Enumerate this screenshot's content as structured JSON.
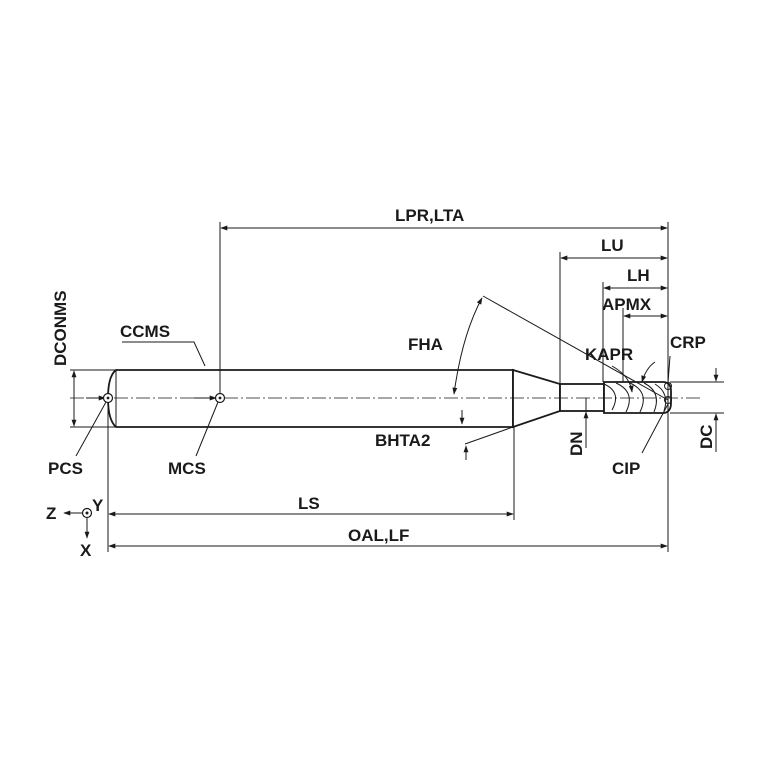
{
  "labels": {
    "lpr_lta": "LPR,LTA",
    "lu": "LU",
    "lh": "LH",
    "apmx": "APMX",
    "dconms": "DCONMS",
    "ccms": "CCMS",
    "fha": "FHA",
    "kapr": "KAPR",
    "crp": "CRP",
    "bhta2": "BHTA2",
    "dn": "DN",
    "dc": "DC",
    "pcs": "PCS",
    "mcs": "MCS",
    "cip": "CIP",
    "ls": "LS",
    "oal_lf": "OAL,LF",
    "axis_z": "Z",
    "axis_y": "Y",
    "axis_x": "X"
  },
  "colors": {
    "ink": "#1a1a1a",
    "background": "#ffffff"
  }
}
